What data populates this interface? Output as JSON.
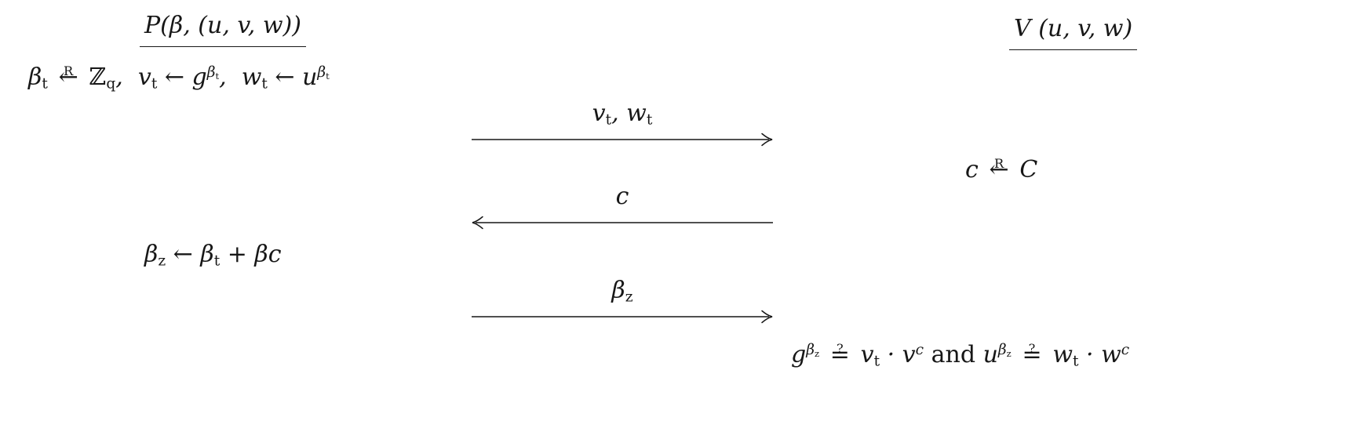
{
  "page": {
    "background": "#ffffff",
    "ink": "#171717"
  },
  "diagram": {
    "type": "sigma-protocol-interaction",
    "prover": {
      "header": "P(β, (u, v, w))",
      "commit": "β_{t} \\stk{R}{←} \\rm{ℤ}_{q},  v_{t} ← g^{β_{t}},  w_{t} ← u^{β_{t}}",
      "response": "β_{z} ← β_{t} + βc"
    },
    "verifier": {
      "header": "V (u, v, w)",
      "challenge": "c \\stk{R}{←} \\cal{C}",
      "verification": "g^{β_{z}} \\stk{?}{=} v_{t} · v^{c} \\rm{and} u^{β_{z}} \\stk{?}{=} w_{t} · w^{c}"
    },
    "messages": [
      {
        "label": "v_{t}, w_{t}",
        "direction": "right"
      },
      {
        "label": "c",
        "direction": "left"
      },
      {
        "label": "β_{z}",
        "direction": "right"
      }
    ]
  }
}
